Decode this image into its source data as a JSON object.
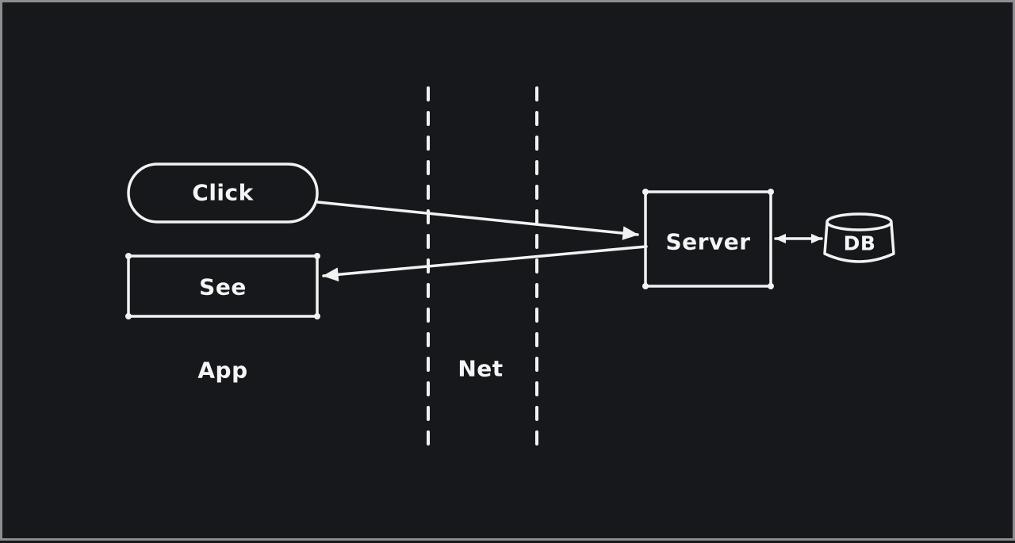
{
  "colors": {
    "background": "#17181c",
    "frame": "#8e8e8e",
    "stroke": "#f2f2f2",
    "text": "#f5f5f5"
  },
  "diagram": {
    "nodes": {
      "click": {
        "label": "Click",
        "shape": "pill"
      },
      "see": {
        "label": "See",
        "shape": "rectangle"
      },
      "server": {
        "label": "Server",
        "shape": "rectangle"
      },
      "db": {
        "label": "DB",
        "shape": "cylinder"
      }
    },
    "zones": {
      "app": {
        "label": "App",
        "style": "dashed-boundary"
      },
      "net": {
        "label": "Net",
        "style": "dashed-boundary"
      }
    },
    "edges": [
      {
        "from": "click",
        "to": "server",
        "arrow": "end"
      },
      {
        "from": "server",
        "to": "see",
        "arrow": "end"
      },
      {
        "from": "server",
        "to": "db",
        "arrow": "both"
      }
    ]
  }
}
